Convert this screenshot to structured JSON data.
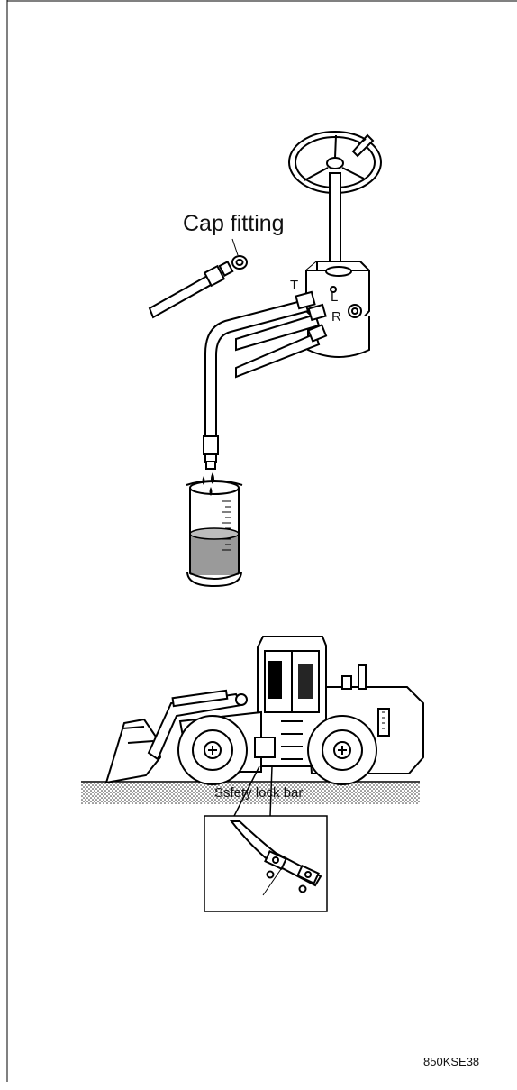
{
  "labels": {
    "cap_fitting": "Cap fitting",
    "port_t": "T",
    "port_l": "L",
    "port_r": "R",
    "lock_bar": "Ssfety lock bar",
    "figure_code": "850KSE38"
  }
}
